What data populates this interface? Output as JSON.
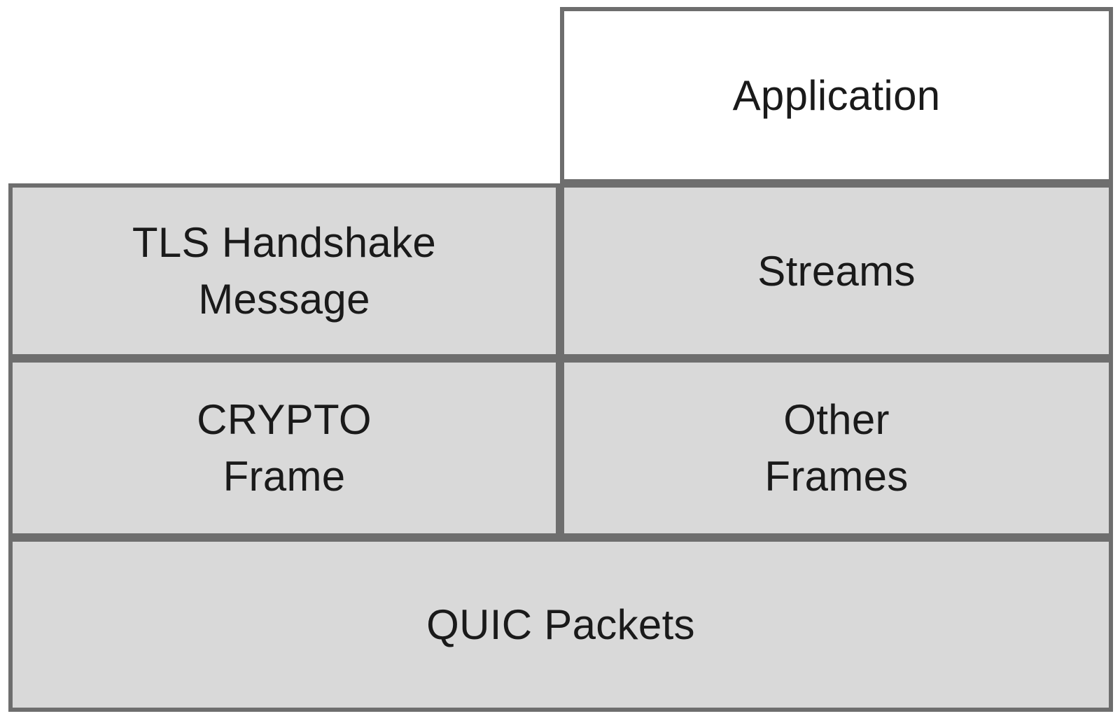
{
  "diagram": {
    "boxes": [
      {
        "name": "application",
        "label": "Application",
        "fill": "#ffffff"
      },
      {
        "name": "tls-handshake-message",
        "label": "TLS Handshake\nMessage",
        "fill": "#d9d9d9"
      },
      {
        "name": "streams",
        "label": "Streams",
        "fill": "#d9d9d9"
      },
      {
        "name": "crypto-frame",
        "label": "CRYPTO\nFrame",
        "fill": "#d9d9d9"
      },
      {
        "name": "other-frames",
        "label": "Other\nFrames",
        "fill": "#d9d9d9"
      },
      {
        "name": "quic-packets",
        "label": "QUIC Packets",
        "fill": "#d9d9d9"
      }
    ],
    "colors": {
      "border": "#6e6e6e",
      "background": "#ffffff",
      "text": "#1a1a1a",
      "gray_fill": "#d9d9d9"
    }
  }
}
